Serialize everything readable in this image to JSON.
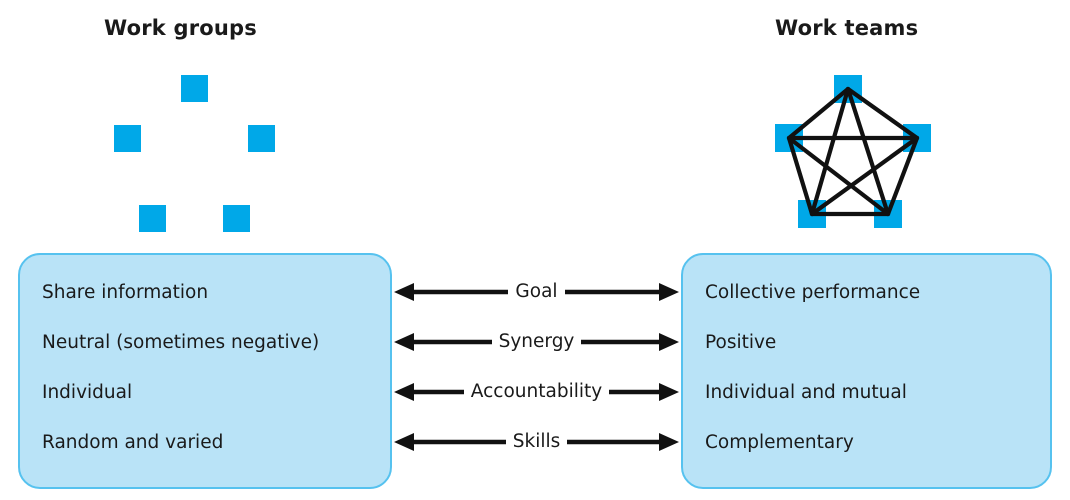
{
  "figure": {
    "left_column": {
      "title": "Work groups",
      "glyph": {
        "name": "five-disconnected-nodes",
        "node_count": 5,
        "connected": false,
        "node_color": "#00a8e8"
      },
      "attributes": [
        "Share information",
        "Neutral (sometimes negative)",
        "Individual",
        "Random and varied"
      ]
    },
    "right_column": {
      "title": "Work teams",
      "glyph": {
        "name": "five-node-complete-graph-pentagram",
        "node_count": 5,
        "connected": true,
        "edge_count": 10,
        "node_color": "#00a8e8",
        "edge_color": "#111111"
      },
      "attributes": [
        "Collective performance",
        "Positive",
        "Individual and mutual",
        "Complementary"
      ]
    },
    "comparison_dimensions": [
      "Goal",
      "Synergy",
      "Accountability",
      "Skills"
    ],
    "arrow_direction": "bidirectional",
    "colors": {
      "node_blue": "#00a8e8",
      "box_fill": "#b9e3f7",
      "box_border": "#56c2ef",
      "text": "#1a1a1a",
      "arrow": "#111111",
      "background": "#ffffff"
    }
  }
}
